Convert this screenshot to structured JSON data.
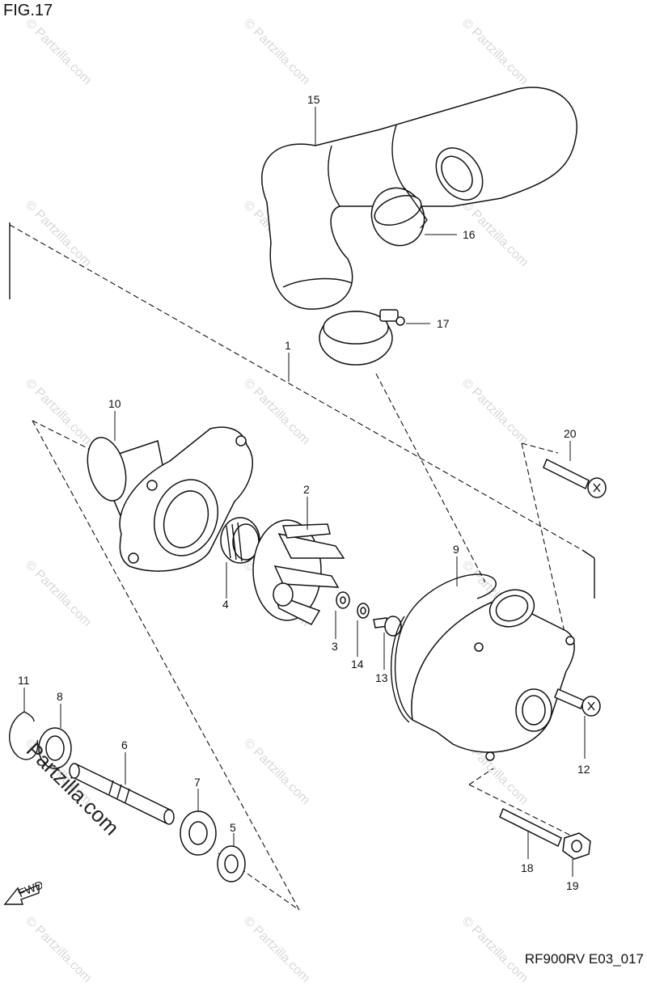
{
  "figure_title": "FIG.17",
  "diagram_code": "RF900RV E03_017",
  "watermark_text": "© Partzilla.com",
  "watermark_logo": "Partzilla.com",
  "forward_label": "FWD",
  "callouts": {
    "p1": "1",
    "p2": "2",
    "p3": "3",
    "p4": "4",
    "p5": "5",
    "p6": "6",
    "p7": "7",
    "p8": "8",
    "p9": "9",
    "p10": "10",
    "p11": "11",
    "p12": "12",
    "p13": "13",
    "p14": "14",
    "p15": "15",
    "p16": "16",
    "p17": "17",
    "p18": "18",
    "p19": "19",
    "p20": "20"
  }
}
